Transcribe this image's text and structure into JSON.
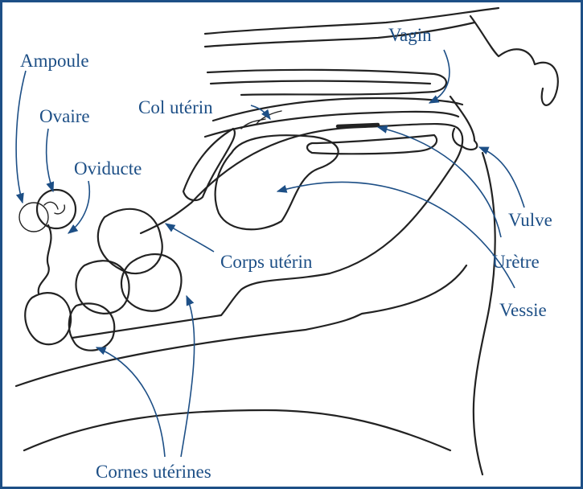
{
  "labels": {
    "vagin": "Vagin",
    "ampoule": "Ampoule",
    "col_uterin": "Col utérin",
    "ovaire": "Ovaire",
    "oviducte": "Oviducte",
    "vulve": "Vulve",
    "corps_uterin": "Corps utérin",
    "uretre": "Urètre",
    "vessie": "Vessie",
    "cornes_uterines": "Cornes utérines"
  },
  "colors": {
    "label": "#1d4f86",
    "frame": "#1d4f86",
    "outline": "#222222"
  }
}
